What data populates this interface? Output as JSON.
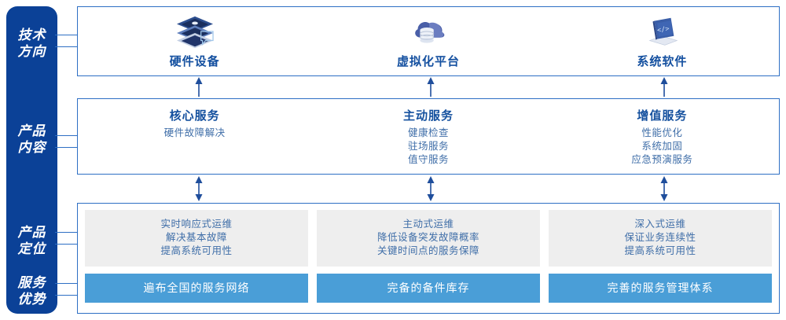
{
  "rail": {
    "background": "#0b4197",
    "labels": [
      {
        "name": "tech-direction",
        "line1": "技术",
        "line2": "方向"
      },
      {
        "name": "product-content",
        "line1": "产品",
        "line2": "内容"
      },
      {
        "name": "product-position",
        "line1": "产品",
        "line2": "定位"
      },
      {
        "name": "service-strength",
        "line1": "服务",
        "line2": "优势"
      }
    ]
  },
  "tech": {
    "items": [
      {
        "icon": "server-stack-icon",
        "label": "硬件设备"
      },
      {
        "icon": "cloud-database-icon",
        "label": "虚拟化平台"
      },
      {
        "icon": "laptop-code-icon",
        "label": "系统软件"
      }
    ]
  },
  "content": {
    "columns": [
      {
        "title": "核心服务",
        "items": [
          "硬件故障解决"
        ]
      },
      {
        "title": "主动服务",
        "items": [
          "健康检查",
          "驻场服务",
          "值守服务"
        ]
      },
      {
        "title": "增值服务",
        "items": [
          "性能优化",
          "系统加固",
          "应急预演服务"
        ]
      }
    ]
  },
  "bottom": {
    "columns": [
      {
        "points": [
          "实时响应式运维",
          "解决基本故障",
          "提高系统可用性"
        ],
        "banner": "遍布全国的服务网络"
      },
      {
        "points": [
          "主动式运维",
          "降低设备突发故障概率",
          "关键时间点的服务保障"
        ],
        "banner": "完备的备件库存"
      },
      {
        "points": [
          "深入式运维",
          "保证业务连续性",
          "提高系统可用性"
        ],
        "banner": "完善的服务管理体系"
      }
    ]
  },
  "colors": {
    "rail_blue": "#0b4197",
    "border_blue": "#2e6fc4",
    "title_blue": "#14509e",
    "text_blue": "#3f6ea8",
    "banner_blue": "#4a9ed7",
    "grey_box": "#eeeeee",
    "arrow_blue": "#1f4e9c"
  }
}
